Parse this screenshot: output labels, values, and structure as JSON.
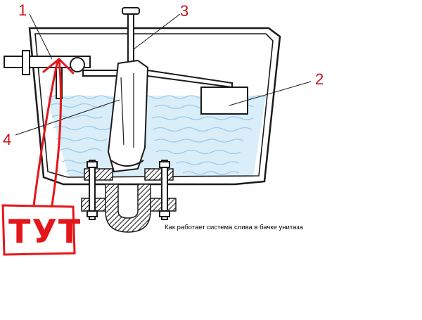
{
  "diagram": {
    "caption": "Как работает система слива в бачке унитаза",
    "labels": [
      {
        "id": "1",
        "text": "1"
      },
      {
        "id": "2",
        "text": "2"
      },
      {
        "id": "3",
        "text": "3"
      },
      {
        "id": "4",
        "text": "4"
      }
    ],
    "annotation": "ТУТ",
    "colors": {
      "annotation_red": "#e5161a",
      "water_blue": "#a6d3ee",
      "outline": "#1a1a1a"
    }
  }
}
